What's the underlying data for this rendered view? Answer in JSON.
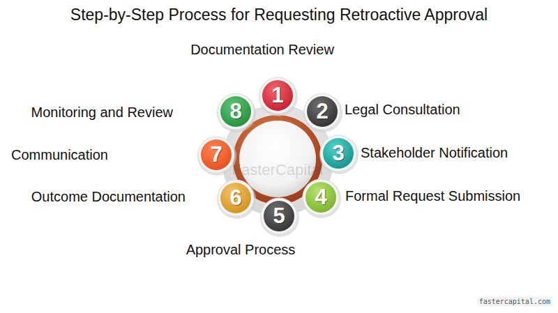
{
  "diagram": {
    "title": "Step-by-Step Process for Requesting Retroactive Approval",
    "nodes": [
      {
        "text": [
          "1",
          "Documentation Review"
        ]
      },
      {
        "text": [
          "2",
          "Legal Consultation"
        ]
      },
      {
        "text": [
          "3",
          "Stakeholder Notification"
        ]
      },
      {
        "text": [
          "4",
          "Formal Request Submission"
        ]
      },
      {
        "text": [
          "5",
          "Approval Process"
        ]
      },
      {
        "text": [
          "6",
          "Outcome Documentation"
        ]
      },
      {
        "text": [
          "7",
          "Communication"
        ]
      },
      {
        "text": [
          "8",
          "Monitoring and Review"
        ]
      }
    ],
    "labels": [
      "FasterCapital",
      "fastercapital.com"
    ]
  }
}
